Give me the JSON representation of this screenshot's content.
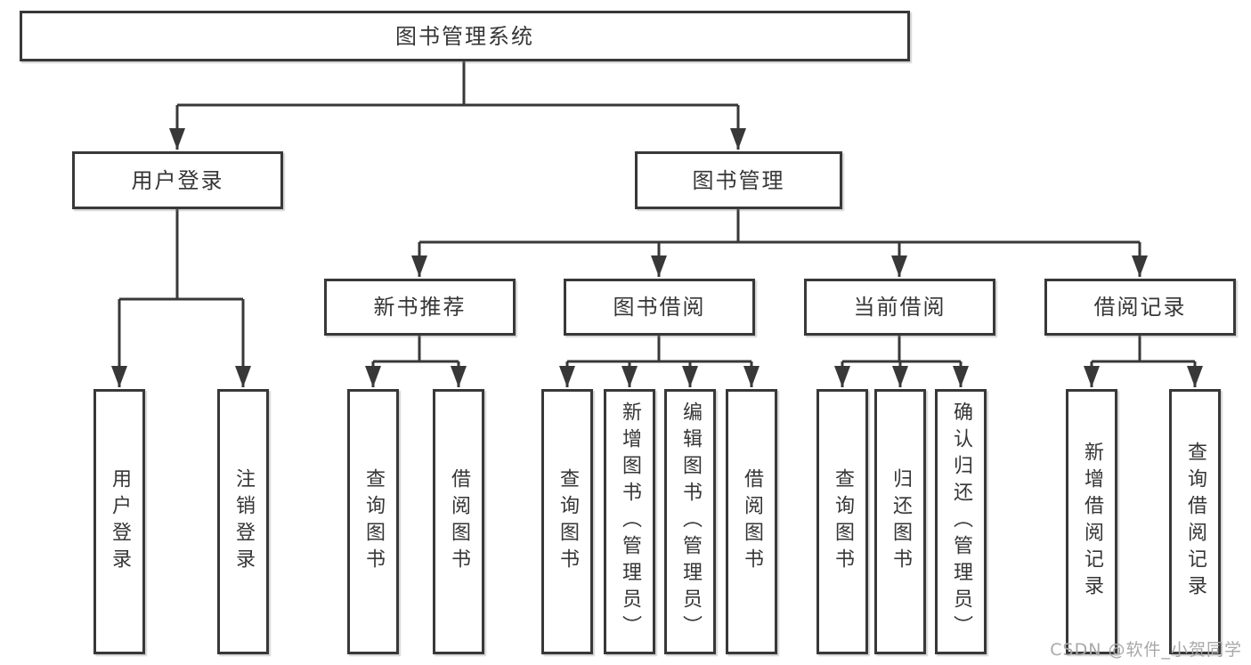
{
  "colors": {
    "line": "#383838",
    "box_border": "#383838",
    "box_fill": "#ffffff",
    "text": "#363636",
    "watermark_text": "#a8a8a8",
    "background": "#ffffff"
  },
  "watermark": "CSDN @软件_小贺同学",
  "tree": {
    "root": {
      "label": "图书管理系统",
      "children": [
        {
          "label": "用户登录",
          "children": [
            {
              "label": "用户登录"
            },
            {
              "label": "注销登录"
            }
          ]
        },
        {
          "label": "图书管理",
          "children": [
            {
              "label": "新书推荐",
              "children": [
                {
                  "label": "查询图书"
                },
                {
                  "label": "借阅图书"
                }
              ]
            },
            {
              "label": "图书借阅",
              "children": [
                {
                  "label": "查询图书"
                },
                {
                  "label": "新增图书（管理员）"
                },
                {
                  "label": "编辑图书（管理员）"
                },
                {
                  "label": "借阅图书"
                }
              ]
            },
            {
              "label": "当前借阅",
              "children": [
                {
                  "label": "查询图书"
                },
                {
                  "label": "归还图书"
                },
                {
                  "label": "确认归还（管理员）"
                }
              ]
            },
            {
              "label": "借阅记录",
              "children": [
                {
                  "label": "新增借阅记录"
                },
                {
                  "label": "查询借阅记录"
                }
              ]
            }
          ]
        }
      ]
    }
  }
}
